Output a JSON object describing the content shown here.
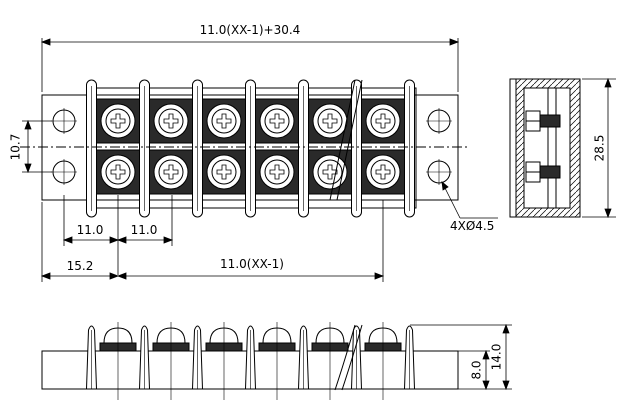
{
  "dimensions": {
    "overall_length": "11.0(XX-1)+30.4",
    "pitch_a": "11.0",
    "pitch_b": "11.0",
    "end_offset": "15.2",
    "span": "11.0(XX-1)",
    "row_spacing": "10.7",
    "side_height": "28.5",
    "mount_holes": "4XØ4.5",
    "base_height": "8.0",
    "total_height": "14.0"
  },
  "colors": {
    "line": "#000000",
    "terminal_fill": "#2a2a2a",
    "background": "#ffffff"
  },
  "terminal_count": 6,
  "barrier_count": 7
}
